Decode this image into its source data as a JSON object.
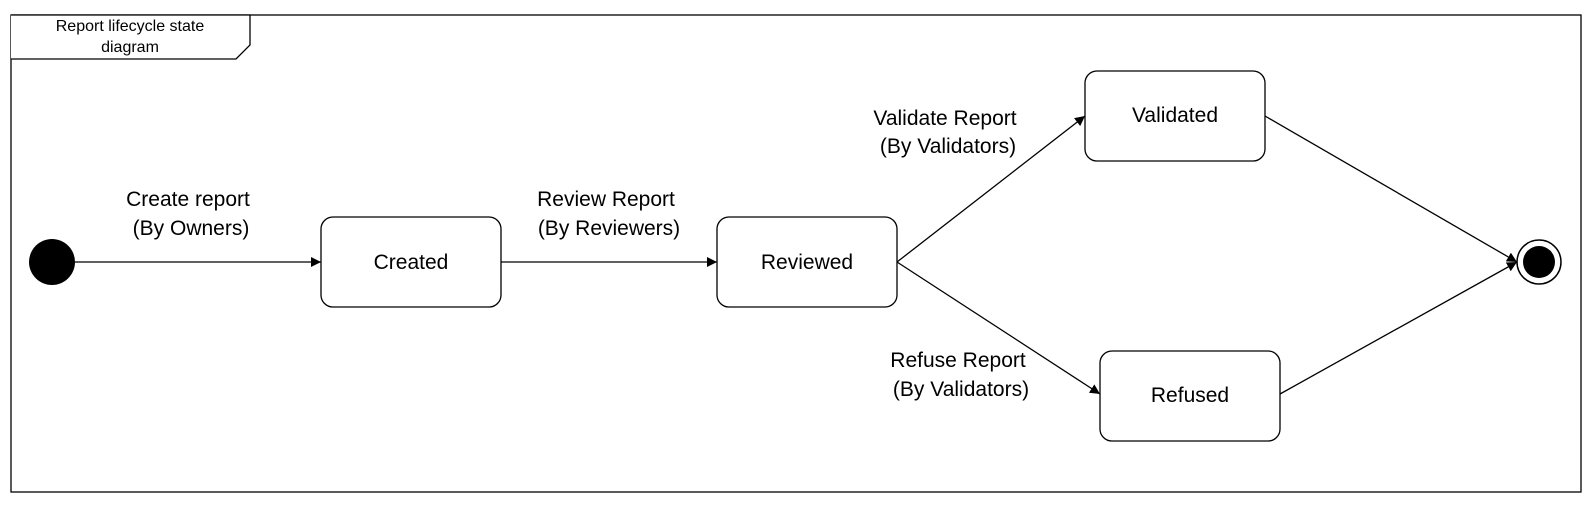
{
  "frame": {
    "title_line1": "Report lifecycle state",
    "title_line2": "diagram"
  },
  "states": {
    "created": "Created",
    "reviewed": "Reviewed",
    "validated": "Validated",
    "refused": "Refused"
  },
  "transitions": {
    "create": {
      "line1": "Create report",
      "line2": "(By Owners)"
    },
    "review": {
      "line1": "Review Report",
      "line2": "(By Reviewers)"
    },
    "validate": {
      "line1": "Validate Report",
      "line2": "(By Validators)"
    },
    "refuse": {
      "line1": "Refuse Report",
      "line2": "(By Validators)"
    }
  },
  "colors": {
    "stroke": "#000000",
    "fill": "#ffffff",
    "initial_node": "#000000"
  }
}
